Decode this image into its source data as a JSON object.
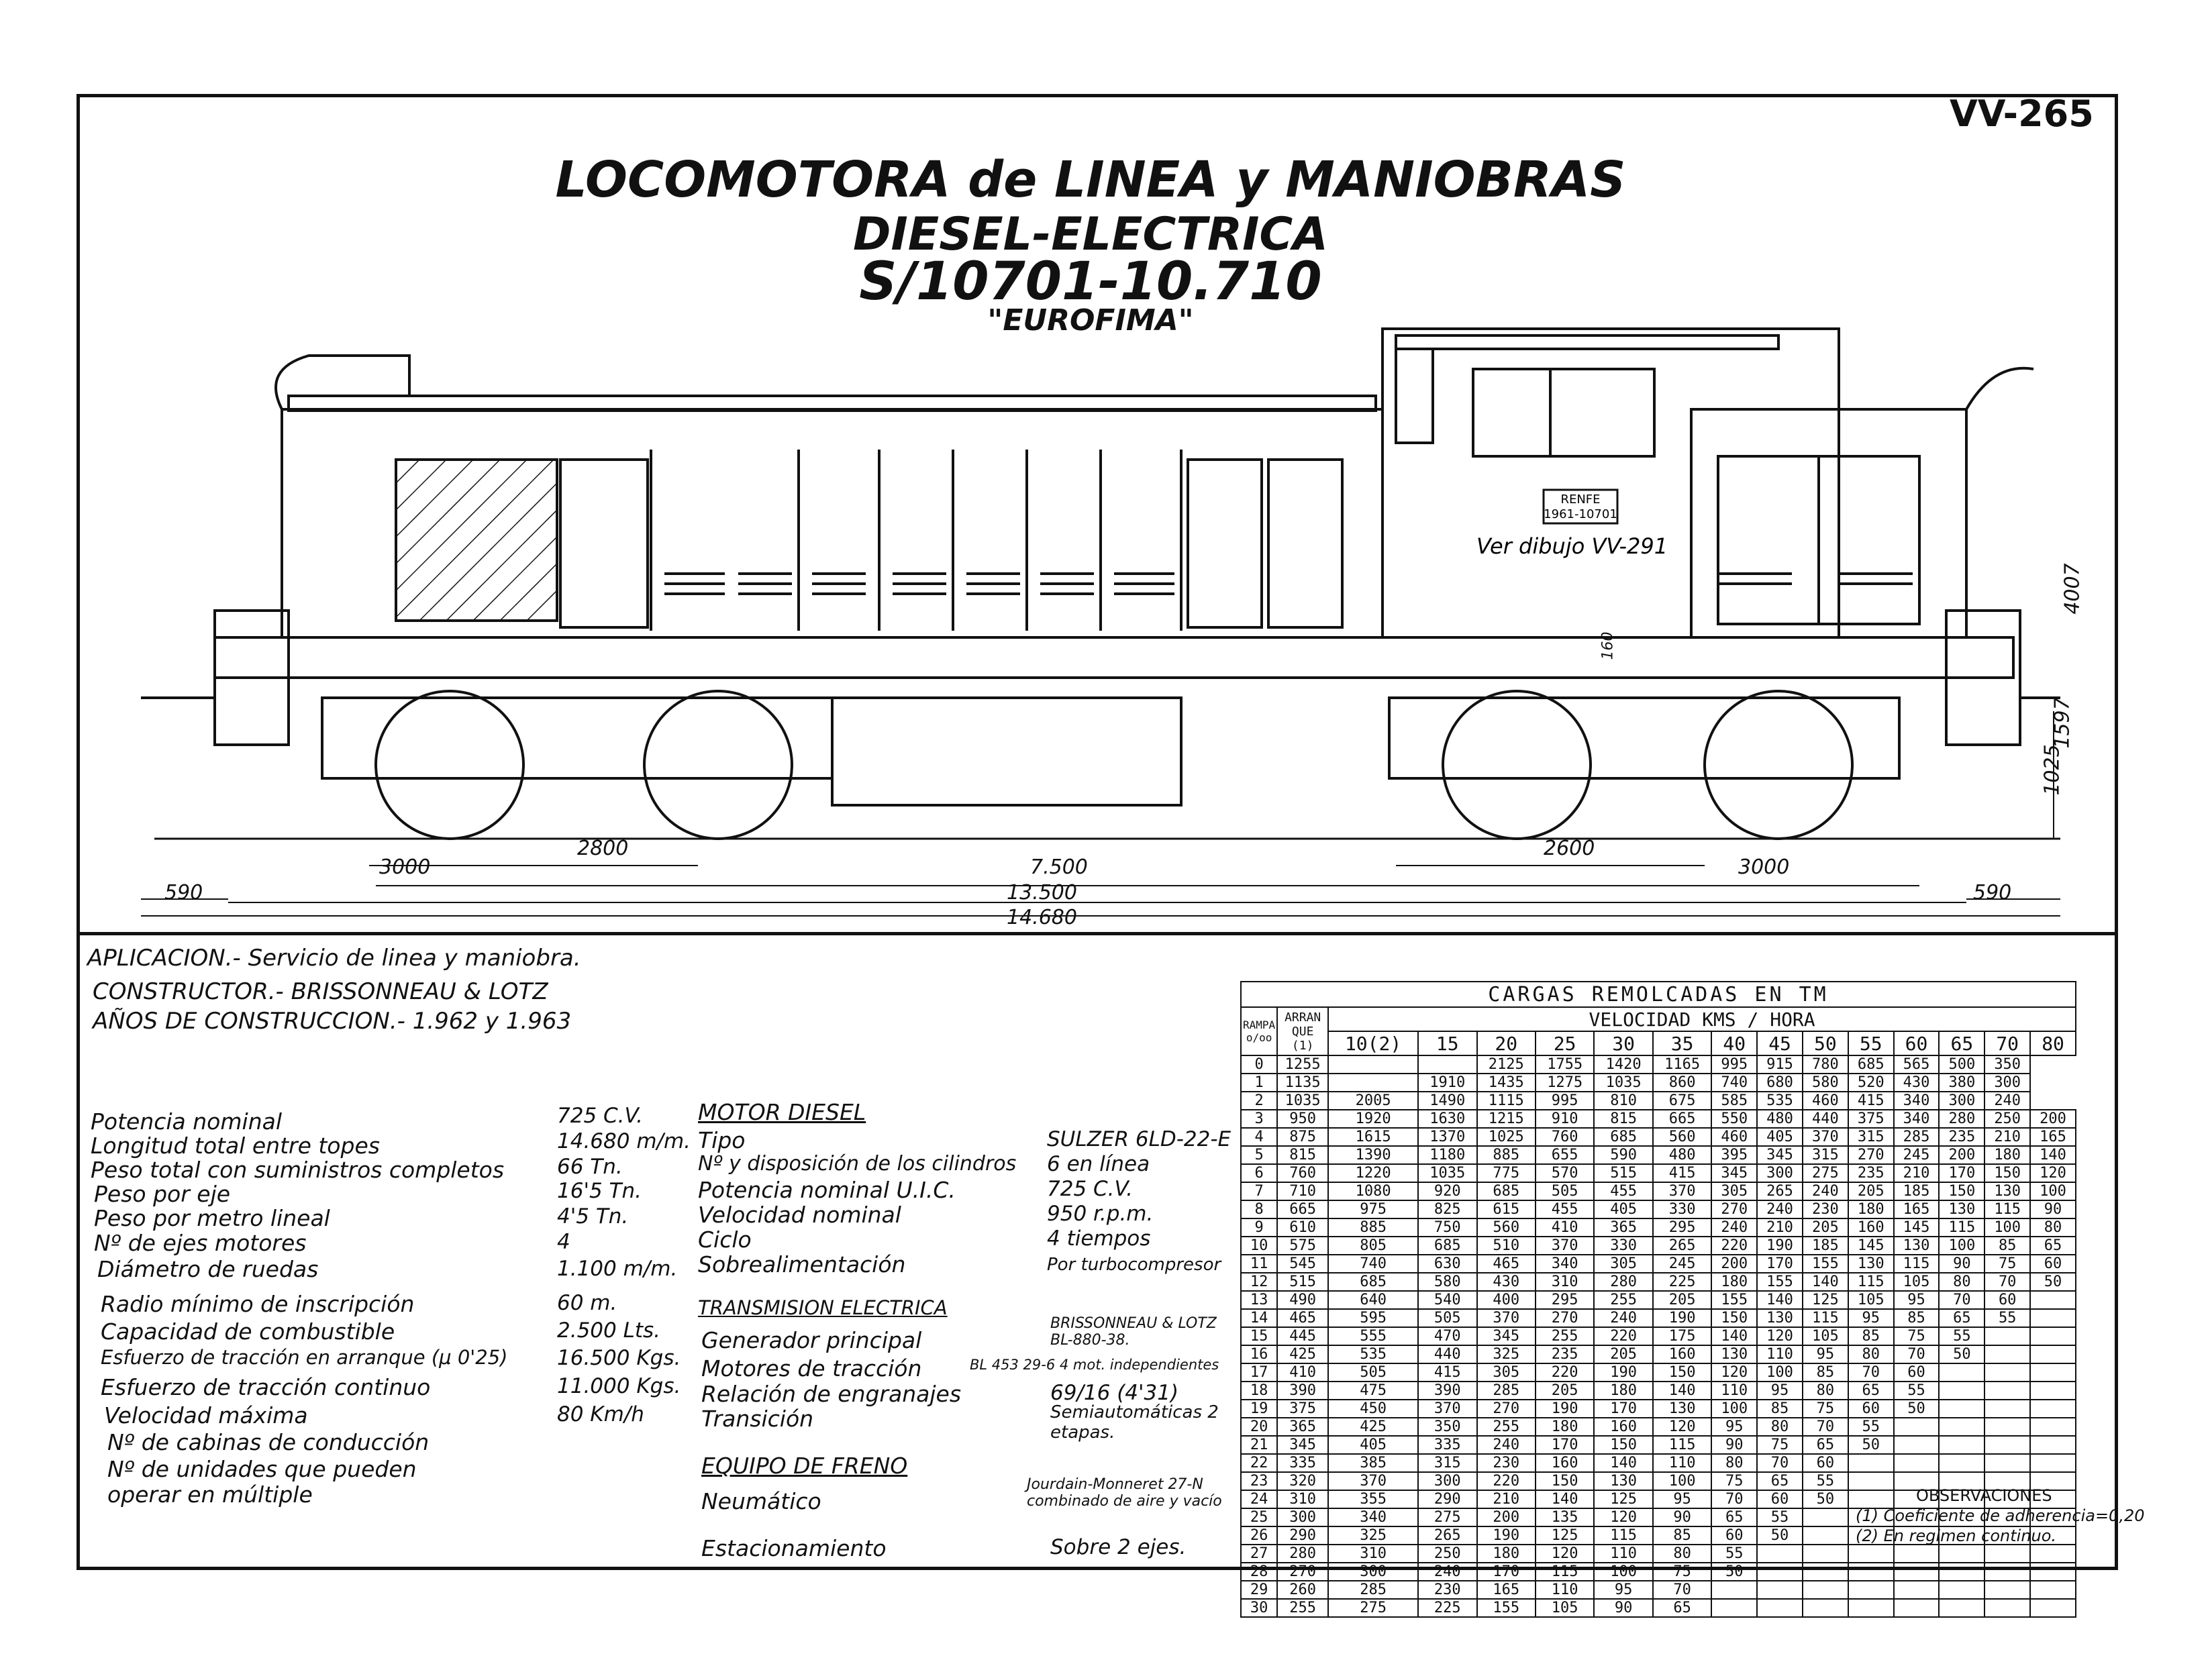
{
  "ref": "VV-265",
  "title": {
    "line1": "LOCOMOTORA de LINEA y MANIOBRAS",
    "line2": "DIESEL-ELECTRICA",
    "line3": "S/10701-10.710",
    "line4": "\"EUROFIMA\""
  },
  "drawing": {
    "plate_line1": "RENFE",
    "plate_line2": "1961-10701",
    "note": "Ver dibujo VV-291",
    "dims": {
      "d2800": "2800",
      "d3000a": "3000",
      "d7500": "7.500",
      "d2600": "2600",
      "d3000b": "3000",
      "d590a": "590",
      "d13500": "13.500",
      "d590b": "590",
      "d14680": "14.680",
      "h4007": "4007",
      "h1597": "1597",
      "h1025": "1025",
      "h160": "160"
    }
  },
  "info": {
    "aplicacion": "APLICACION.- Servicio de linea y maniobra.",
    "constructor": "CONSTRUCTOR.- BRISSONNEAU & LOTZ",
    "anos": "AÑOS DE CONSTRUCCION.- 1.962 y 1.963"
  },
  "specs": [
    {
      "label": "Potencia nominal",
      "value": "725 C.V."
    },
    {
      "label": "Longitud total entre topes",
      "value": "14.680 m/m."
    },
    {
      "label": "Peso total con suministros completos",
      "value": "66 Tn."
    },
    {
      "label": "Peso por eje",
      "value": "16'5 Tn."
    },
    {
      "label": "Peso por metro lineal",
      "value": "4'5 Tn."
    },
    {
      "label": "Nº de ejes motores",
      "value": "4"
    },
    {
      "label": "Diámetro de ruedas",
      "value": "1.100 m/m."
    },
    {
      "label": "Radio mínimo de inscripción",
      "value": "60 m."
    },
    {
      "label": "Capacidad de combustible",
      "value": "2.500 Lts."
    },
    {
      "label": "Esfuerzo de tracción en arranque (μ 0'25)",
      "value": "16.500 Kgs."
    },
    {
      "label": "Esfuerzo de tracción continuo",
      "value": "11.000 Kgs."
    },
    {
      "label": "Velocidad máxima",
      "value": "80 Km/h"
    },
    {
      "label": "Nº de cabinas de conducción",
      "value": ""
    },
    {
      "label": "Nº de unidades que pueden",
      "value": ""
    },
    {
      "label": "operar en múltiple",
      "value": ""
    }
  ],
  "motor": {
    "title": "MOTOR DIESEL",
    "rows": [
      {
        "label": "Tipo",
        "value": "SULZER 6LD-22-E"
      },
      {
        "label": "Nº y disposición de los cilindros",
        "value": "6 en línea"
      },
      {
        "label": "Potencia nominal U.I.C.",
        "value": "725 C.V."
      },
      {
        "label": "Velocidad nominal",
        "value": "950 r.p.m."
      },
      {
        "label": "Ciclo",
        "value": "4 tiempos"
      },
      {
        "label": "Sobrealimentación",
        "value": "Por turbocompresor"
      }
    ]
  },
  "transmision": {
    "title": "TRANSMISION ELECTRICA",
    "rows": [
      {
        "label": "Generador principal",
        "value": "BRISSONNEAU & LOTZ BL-880-38."
      },
      {
        "label": "Motores de tracción",
        "value": "BL 453 29-6 4 mot. independientes"
      },
      {
        "label": "Relación de engranajes",
        "value": "69/16 (4'31)"
      },
      {
        "label": "Transición",
        "value": "Semiautomáticas 2 etapas."
      }
    ]
  },
  "freno": {
    "title": "EQUIPO DE FRENO",
    "rows": [
      {
        "label": "Neumático",
        "value": "Jourdain-Monneret 27-N combinado de aire y vacío"
      },
      {
        "label": "Estacionamiento",
        "value": "Sobre 2 ejes."
      }
    ]
  },
  "table": {
    "title": "CARGAS REMOLCADAS EN TM",
    "subtitle": "VELOCIDAD KMS / HORA",
    "rampa": "RAMPA o/oo",
    "arranque": "ARRAN QUE (1)",
    "speeds": [
      "10(2)",
      "15",
      "20",
      "25",
      "30",
      "35",
      "40",
      "45",
      "50",
      "55",
      "60",
      "65",
      "70",
      "80"
    ],
    "rows": [
      [
        "0",
        "1255",
        "",
        "",
        "2125",
        "1755",
        "1420",
        "1165",
        "995",
        "915",
        "780",
        "685",
        "565",
        "500",
        "350"
      ],
      [
        "1",
        "1135",
        "",
        "1910",
        "1435",
        "1275",
        "1035",
        "860",
        "740",
        "680",
        "580",
        "520",
        "430",
        "380",
        "300"
      ],
      [
        "2",
        "1035",
        "2005",
        "1490",
        "1115",
        "995",
        "810",
        "675",
        "585",
        "535",
        "460",
        "415",
        "340",
        "300",
        "240"
      ],
      [
        "3",
        "950",
        "1920",
        "1630",
        "1215",
        "910",
        "815",
        "665",
        "550",
        "480",
        "440",
        "375",
        "340",
        "280",
        "250",
        "200"
      ],
      [
        "4",
        "875",
        "1615",
        "1370",
        "1025",
        "760",
        "685",
        "560",
        "460",
        "405",
        "370",
        "315",
        "285",
        "235",
        "210",
        "165"
      ],
      [
        "5",
        "815",
        "1390",
        "1180",
        "885",
        "655",
        "590",
        "480",
        "395",
        "345",
        "315",
        "270",
        "245",
        "200",
        "180",
        "140"
      ],
      [
        "6",
        "760",
        "1220",
        "1035",
        "775",
        "570",
        "515",
        "415",
        "345",
        "300",
        "275",
        "235",
        "210",
        "170",
        "150",
        "120"
      ],
      [
        "7",
        "710",
        "1080",
        "920",
        "685",
        "505",
        "455",
        "370",
        "305",
        "265",
        "240",
        "205",
        "185",
        "150",
        "130",
        "100"
      ],
      [
        "8",
        "665",
        "975",
        "825",
        "615",
        "455",
        "405",
        "330",
        "270",
        "240",
        "230",
        "180",
        "165",
        "130",
        "115",
        "90"
      ],
      [
        "9",
        "610",
        "885",
        "750",
        "560",
        "410",
        "365",
        "295",
        "240",
        "210",
        "205",
        "160",
        "145",
        "115",
        "100",
        "80"
      ],
      [
        "10",
        "575",
        "805",
        "685",
        "510",
        "370",
        "330",
        "265",
        "220",
        "190",
        "185",
        "145",
        "130",
        "100",
        "85",
        "65"
      ],
      [
        "11",
        "545",
        "740",
        "630",
        "465",
        "340",
        "305",
        "245",
        "200",
        "170",
        "155",
        "130",
        "115",
        "90",
        "75",
        "60"
      ],
      [
        "12",
        "515",
        "685",
        "580",
        "430",
        "310",
        "280",
        "225",
        "180",
        "155",
        "140",
        "115",
        "105",
        "80",
        "70",
        "50"
      ],
      [
        "13",
        "490",
        "640",
        "540",
        "400",
        "295",
        "255",
        "205",
        "155",
        "140",
        "125",
        "105",
        "95",
        "70",
        "60",
        ""
      ],
      [
        "14",
        "465",
        "595",
        "505",
        "370",
        "270",
        "240",
        "190",
        "150",
        "130",
        "115",
        "95",
        "85",
        "65",
        "55",
        ""
      ],
      [
        "15",
        "445",
        "555",
        "470",
        "345",
        "255",
        "220",
        "175",
        "140",
        "120",
        "105",
        "85",
        "75",
        "55",
        "",
        ""
      ],
      [
        "16",
        "425",
        "535",
        "440",
        "325",
        "235",
        "205",
        "160",
        "130",
        "110",
        "95",
        "80",
        "70",
        "50",
        "",
        ""
      ],
      [
        "17",
        "410",
        "505",
        "415",
        "305",
        "220",
        "190",
        "150",
        "120",
        "100",
        "85",
        "70",
        "60",
        "",
        "",
        ""
      ],
      [
        "18",
        "390",
        "475",
        "390",
        "285",
        "205",
        "180",
        "140",
        "110",
        "95",
        "80",
        "65",
        "55",
        "",
        "",
        ""
      ],
      [
        "19",
        "375",
        "450",
        "370",
        "270",
        "190",
        "170",
        "130",
        "100",
        "85",
        "75",
        "60",
        "50",
        "",
        "",
        ""
      ],
      [
        "20",
        "365",
        "425",
        "350",
        "255",
        "180",
        "160",
        "120",
        "95",
        "80",
        "70",
        "55",
        "",
        "",
        "",
        ""
      ],
      [
        "21",
        "345",
        "405",
        "335",
        "240",
        "170",
        "150",
        "115",
        "90",
        "75",
        "65",
        "50",
        "",
        "",
        "",
        ""
      ],
      [
        "22",
        "335",
        "385",
        "315",
        "230",
        "160",
        "140",
        "110",
        "80",
        "70",
        "60",
        "",
        "",
        "",
        "",
        ""
      ],
      [
        "23",
        "320",
        "370",
        "300",
        "220",
        "150",
        "130",
        "100",
        "75",
        "65",
        "55",
        "",
        "",
        "",
        "",
        ""
      ],
      [
        "24",
        "310",
        "355",
        "290",
        "210",
        "140",
        "125",
        "95",
        "70",
        "60",
        "50",
        "",
        "",
        "",
        "",
        ""
      ],
      [
        "25",
        "300",
        "340",
        "275",
        "200",
        "135",
        "120",
        "90",
        "65",
        "55",
        "",
        "",
        "",
        "",
        "",
        ""
      ],
      [
        "26",
        "290",
        "325",
        "265",
        "190",
        "125",
        "115",
        "85",
        "60",
        "50",
        "",
        "",
        "",
        "",
        "",
        ""
      ],
      [
        "27",
        "280",
        "310",
        "250",
        "180",
        "120",
        "110",
        "80",
        "55",
        "",
        "",
        "",
        "",
        "",
        "",
        ""
      ],
      [
        "28",
        "270",
        "300",
        "240",
        "170",
        "115",
        "100",
        "75",
        "50",
        "",
        "",
        "",
        "",
        "",
        "",
        ""
      ],
      [
        "29",
        "260",
        "285",
        "230",
        "165",
        "110",
        "95",
        "70",
        "",
        "",
        "",
        "",
        "",
        "",
        "",
        ""
      ],
      [
        "30",
        "255",
        "275",
        "225",
        "155",
        "105",
        "90",
        "65",
        "",
        "",
        "",
        "",
        "",
        "",
        "",
        ""
      ]
    ],
    "obs_title": "OBSERVACIONES",
    "obs1": "(1) Coeficiente de adherencia=0,20",
    "obs2": "(2) En regimen continuo."
  }
}
